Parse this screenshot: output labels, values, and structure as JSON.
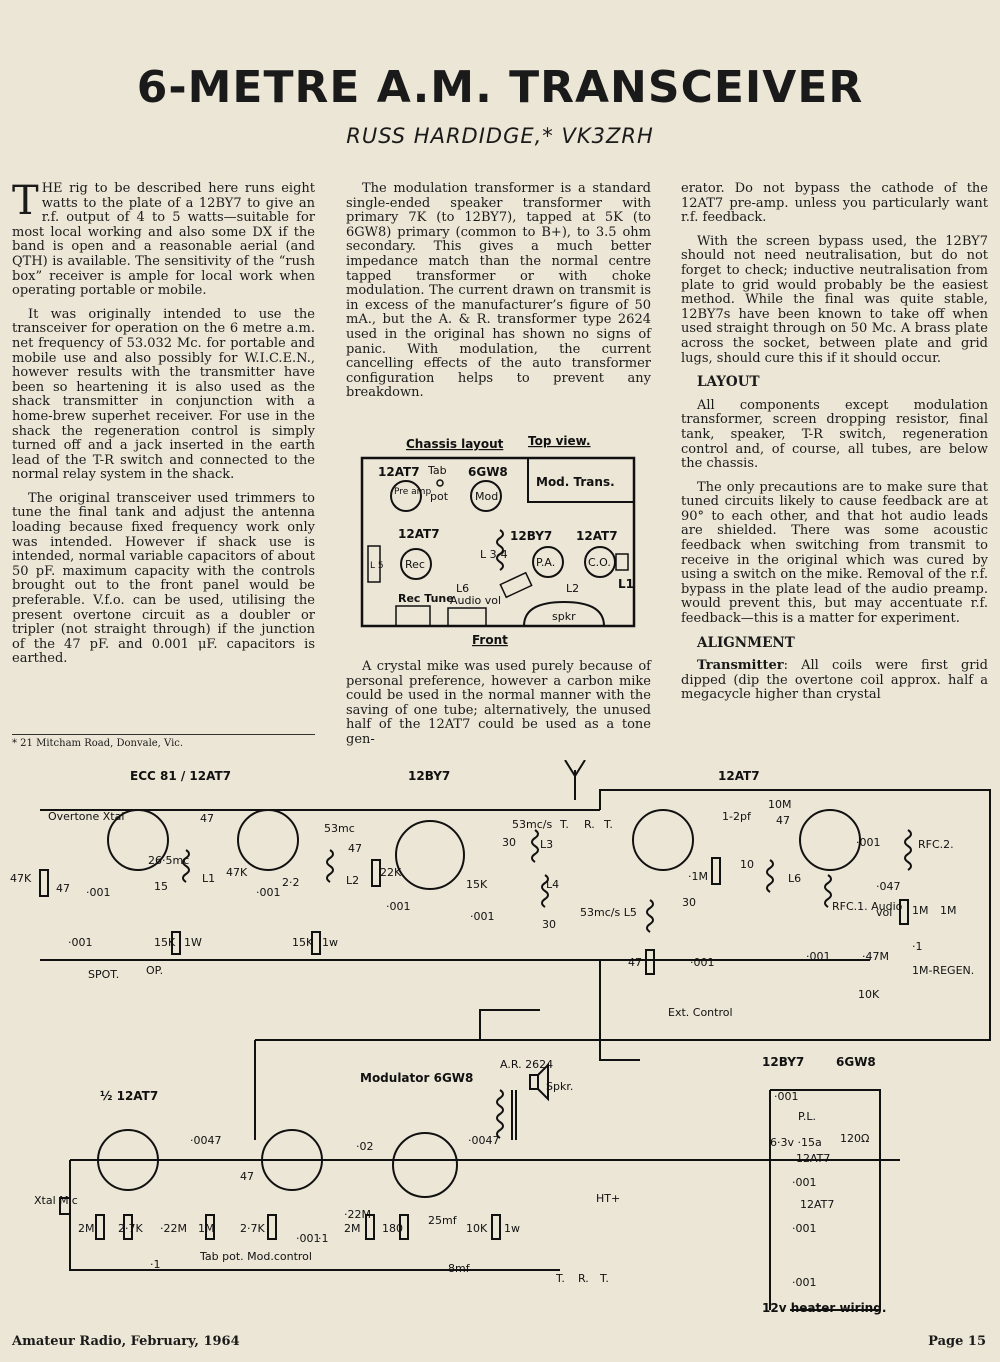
{
  "title": "6-METRE A.M. TRANSCEIVER",
  "byline": "RUSS HARDIDGE,* VK3ZRH",
  "column1": {
    "dropcap": "T",
    "p1": "HE rig to be described here runs eight watts to the plate of a 12BY7 to give an r.f. output of 4 to 5 watts—suitable for most local working and also some DX if the band is open and a reasonable aerial (and QTH) is available. The sensitivity of the “rush box” receiver is ample for local work when operating portable or mobile.",
    "p2": "It was originally intended to use the transceiver for operation on the 6 metre a.m. net frequency of 53.032 Mc. for portable and mobile use and also possibly for W.I.C.E.N., however results with the transmitter have been so heartening it is also used as the shack transmitter in conjunction with a home-brew superhet receiver. For use in the shack the regeneration control is simply turned off and a jack inserted in the earth lead of the T-R switch and connected to the normal relay system in the shack.",
    "p3": "The original transceiver used trimmers to tune the final tank and adjust the antenna loading because fixed frequency work only was intended. However if shack use is intended, normal variable capacitors of about 50 pF. maximum capacity with the controls brought out to the front panel would be preferable. V.f.o. can be used, utilising the present overtone circuit as a doubler or tripler (not straight through) if the junction of the 47 pF. and 0.001 μF. capacitors is earthed.",
    "footnote": "* 21 Mitcham Road, Donvale, Vic."
  },
  "column2": {
    "p1": "The modulation transformer is a standard single-ended speaker transformer with primary 7K (to 12BY7), tapped at 5K (to 6GW8) primary (common to B+), to 3.5 ohm secondary. This gives a much better impedance match than the normal centre tapped transformer or with choke modulation. The current drawn on transmit is in excess of the manufacturer’s figure of 50 mA., but the A. & R. transformer type 2624 used in the original has shown no signs of panic. With modulation, the current cancelling effects of the auto transformer configuration helps to prevent any breakdown.",
    "p2": "A crystal mike was used purely because of personal preference, however a carbon mike could be used in the normal manner with the saving of one tube; alternatively, the unused half of the 12AT7 could be used as a tone gen-"
  },
  "column3": {
    "p1": "erator. Do not bypass the cathode of the 12AT7 pre-amp. unless you particularly want r.f. feedback.",
    "p2": "With the screen bypass used, the 12BY7 should not need neutralisation, but do not forget to check; inductive neutralisation from plate to grid would probably be the easiest method. While the final was quite stable, 12BY7s have been known to take off when used straight through on 50 Mc. A brass plate across the socket, between plate and grid lugs, should cure this if it should occur.",
    "heading1": "LAYOUT",
    "p3": "All components except modulation transformer, screen dropping resistor, final tank, speaker, T-R switch, regeneration control and, of course, all tubes, are below the chassis.",
    "p4": "The only precautions are to make sure that tuned circuits likely to cause feedback are at 90° to each other, and that hot audio leads are shielded. There was some acoustic feedback when switching from transmit to receive in the original which was cured by using a switch on the mike. Removal of the r.f. bypass in the plate lead of the audio preamp. would prevent this, but may accentuate r.f. feedback—this is a matter for experiment.",
    "heading2": "ALIGNMENT",
    "p5_bold": "Transmitter",
    "p5": ": All coils were first grid dipped (dip the overtone coil approx. half a megacycle higher than crystal"
  },
  "chassis": {
    "caption_left": "Chassis layout",
    "caption_right": "Top view.",
    "labels": [
      "12AT7",
      "Tab",
      "pot",
      "6GW8",
      "Mod. Trans.",
      "Pre amp",
      "Mod",
      "12AT7",
      "12BY7",
      "12AT7",
      "Rec",
      "P.A.",
      "C.O.",
      "L 5",
      "L 3-4",
      "L1",
      "L6",
      "L2",
      "Rec Tune",
      "Audio vol",
      "spkr",
      "Front"
    ]
  },
  "schematic": {
    "tube_labels": [
      "ECC 81 / 12AT7",
      "12BY7",
      "12AT7",
      "½ 12AT7",
      "Modulator 6GW8"
    ],
    "parts": [
      "Overtone Xtal",
      "47K",
      "47",
      "·001",
      "26·5mc",
      "47",
      "L1",
      "15",
      "47K",
      "·001",
      "2·2",
      "53mc",
      "47",
      "L2",
      "15K",
      "1w",
      "15K",
      "1W",
      "·001",
      "SPOT.",
      "OP.",
      "22K",
      "·001",
      "15K",
      "·001",
      "53mc/s",
      "L3",
      "L4",
      "30",
      "30",
      "53mc/s L5",
      "30",
      "47",
      "·001",
      "T.",
      "R.",
      "T.",
      "·1M",
      "1-2pf",
      "10M",
      "47",
      "10",
      "L6",
      "·001",
      "RFC.2.",
      "RFC.1. Audio",
      "·047",
      "vol",
      "1M",
      "1M",
      "·001",
      "·47M",
      "·1",
      "10K",
      "1M-REGEN.",
      "Ext. Control",
      "A.R. 2624",
      "Spkr.",
      "·0047",
      "·0047",
      "·02",
      "Xtal Mic",
      "2M",
      "2·7K",
      "·22M",
      "1M",
      "·1",
      "Tab pot. Mod.control",
      "47",
      "2·7K",
      "·001",
      "·1",
      "·22M",
      "2M",
      "180",
      "25mf",
      "10K",
      "1w",
      "8mf",
      "HT+",
      "T.",
      "R.",
      "T."
    ],
    "heater": [
      "12BY7",
      "6GW8",
      "P.L.",
      "6·3v ·15a",
      "120Ω",
      "12AT7",
      "12AT7",
      "·001",
      "·001",
      "·001",
      "·001",
      "12v heater wiring."
    ]
  },
  "footer": {
    "left": "Amateur Radio, February, 1964",
    "right": "Page 15"
  }
}
